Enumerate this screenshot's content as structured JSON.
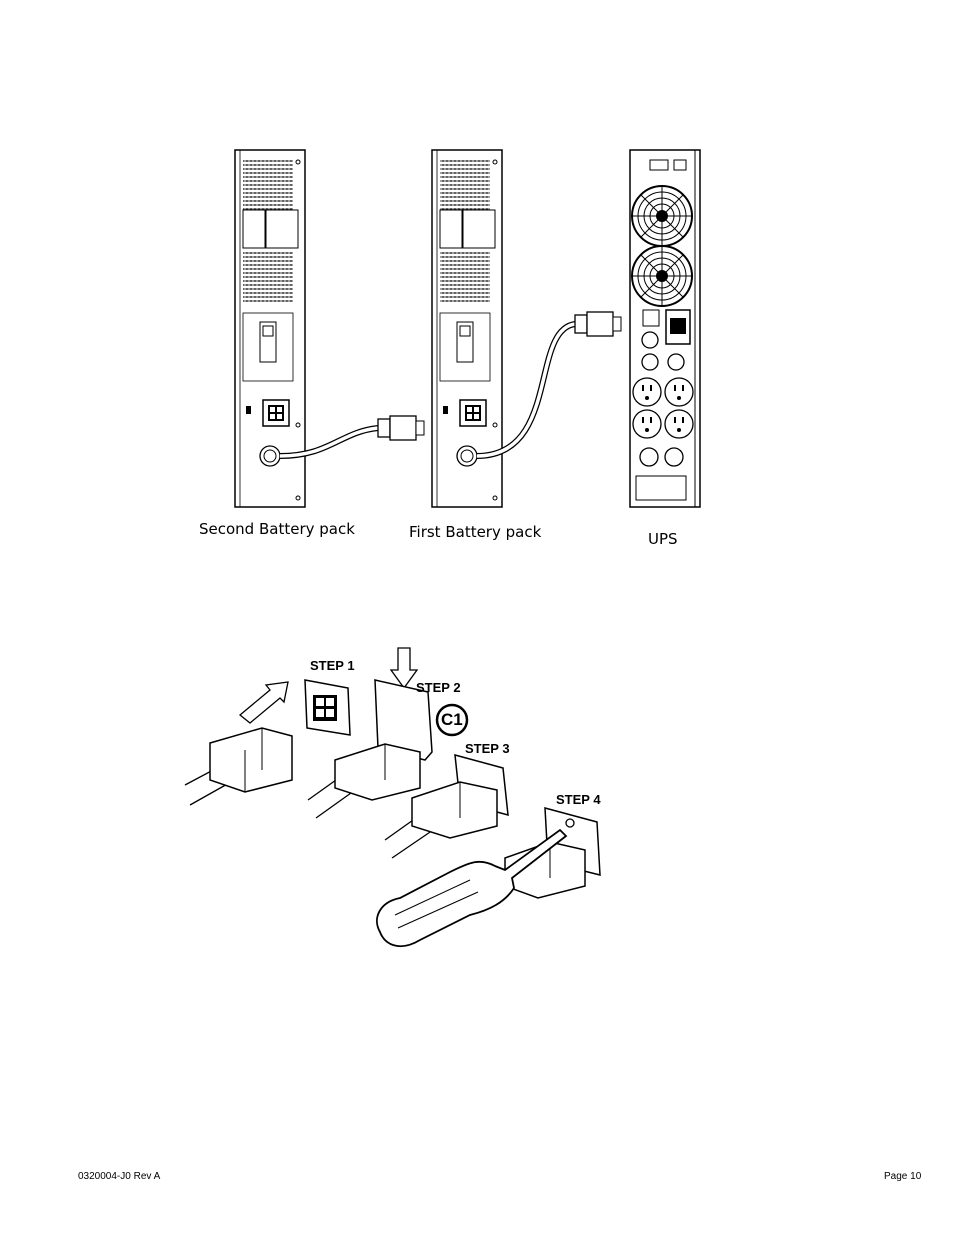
{
  "diagram_top": {
    "captions": {
      "second_battery_pack": "Second Battery pack",
      "first_battery_pack": "First Battery pack",
      "ups": "UPS"
    }
  },
  "diagram_bottom": {
    "steps": {
      "step1": "STEP 1",
      "step2": "STEP 2",
      "step3": "STEP 3",
      "step4": "STEP 4"
    },
    "connector_label": "C1"
  },
  "footer": {
    "doc_id": "0320004-J0   Rev A",
    "page": "Page 10"
  }
}
